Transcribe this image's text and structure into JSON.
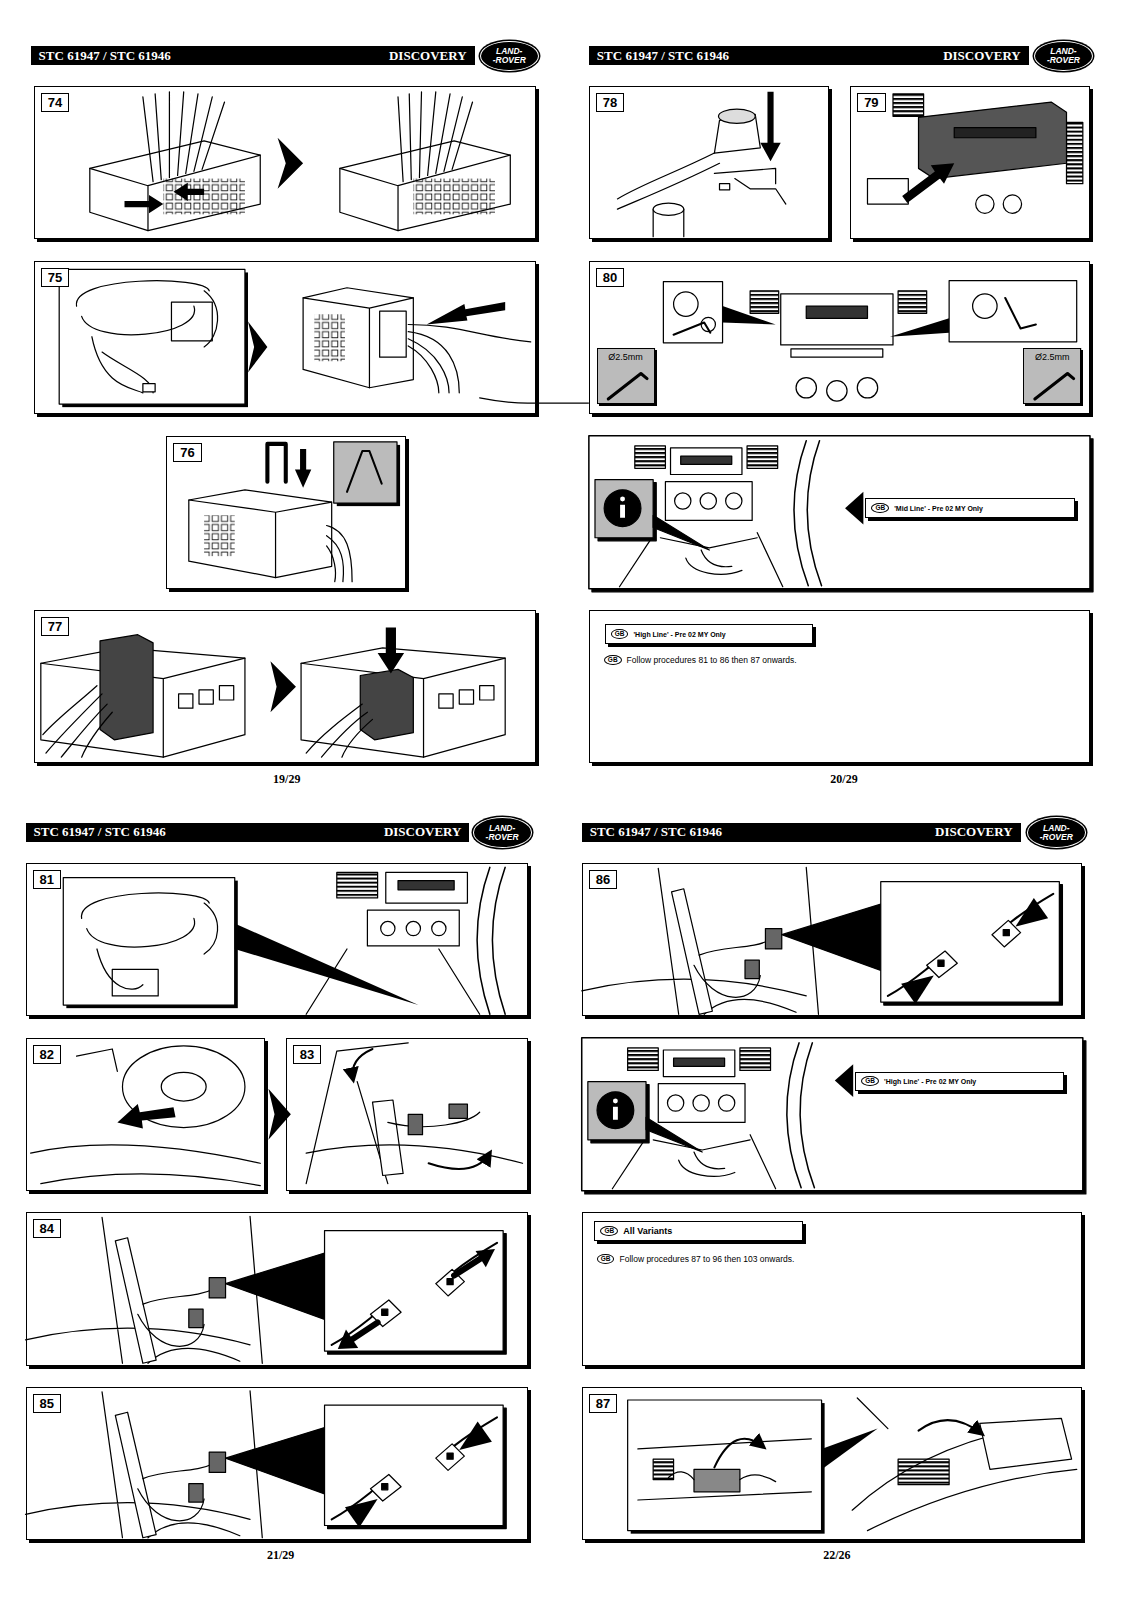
{
  "diagram": {
    "nodes": [
      {
        "text": [
          "STC 61947 / STC 61946",
          "DISCOVERY"
        ]
      },
      {
        "text": [
          "LAND-",
          "-ROVER"
        ]
      },
      {
        "text": [
          "74"
        ]
      },
      {
        "text": [
          "75"
        ]
      },
      {
        "text": [
          "76"
        ]
      },
      {
        "text": [
          "77"
        ]
      },
      {
        "text": [
          "STC 61947 / STC 61946",
          "DISCOVERY"
        ]
      },
      {
        "text": [
          "LAND-",
          "-ROVER"
        ]
      },
      {
        "text": [
          "78"
        ]
      },
      {
        "text": [
          "79"
        ]
      },
      {
        "text": [
          "80"
        ]
      },
      {
        "text": [
          "Ø2.5mm"
        ],
        "in": 10
      },
      {
        "text": [
          "Ø2.5mm"
        ],
        "in": 10
      },
      {
        "text": [
          "GB",
          "'Mid Line' - Pre 02 MY Only"
        ]
      },
      {
        "text": [
          "GB",
          "Follow procedures 81 to 86 then 87 onwards."
        ]
      },
      {
        "text": [
          "GB",
          "'High Line' - Pre 02 MY Only"
        ],
        "in": 14
      },
      {
        "text": [
          "STC 61947 / STC 61946",
          "DISCOVERY"
        ]
      },
      {
        "text": [
          "LAND-",
          "-ROVER"
        ]
      },
      {
        "text": [
          "81"
        ]
      },
      {
        "text": [
          "82"
        ]
      },
      {
        "text": [
          "83"
        ]
      },
      {
        "text": [
          "84"
        ]
      },
      {
        "text": [
          "85"
        ]
      },
      {
        "text": [
          "STC 61947 / STC 61946",
          "DISCOVERY"
        ]
      },
      {
        "text": [
          "LAND-",
          "-ROVER"
        ]
      },
      {
        "text": [
          "86"
        ]
      },
      {
        "text": [
          "GB",
          "'High Line' - Pre 02 MY Only"
        ]
      },
      {
        "text": [
          "GB",
          "Follow procedures 87 to 96 then 103 onwards."
        ]
      },
      {
        "text": [
          "GB",
          "All Variants"
        ],
        "in": 27
      },
      {
        "text": [
          "87"
        ]
      }
    ],
    "edges": [
      {
        "from": 3,
        "to": 10,
        "arrow": "none"
      }
    ],
    "labels": [
      "19/29",
      "20/29",
      "21/29",
      "22/26"
    ]
  }
}
